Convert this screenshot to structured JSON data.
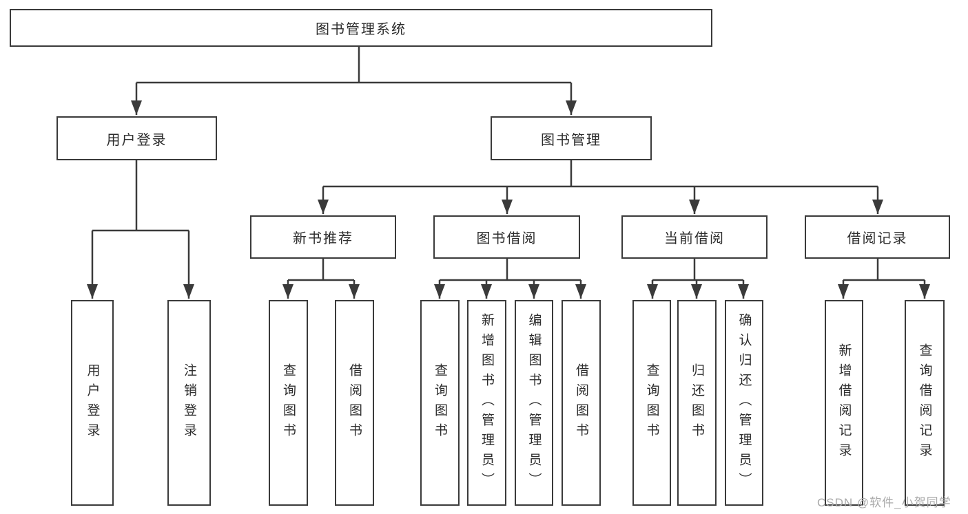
{
  "diagram": {
    "type": "hierarchy-tree",
    "title": "图书管理系统",
    "background": "#ffffff",
    "line_color": "#3a3a3a",
    "box_border_color": "#3a3a3a",
    "text_color": "#2d2d2d",
    "nodes": {
      "root": "图书管理系统",
      "user_login_branch": "用户登录",
      "book_management": "图书管理",
      "new_book_recommend": "新书推荐",
      "book_borrowing": "图书借阅",
      "current_borrowing": "当前借阅",
      "borrowing_records": "借阅记录",
      "leaf_user_login": "用户登录",
      "leaf_logout": "注销登录",
      "leaf_nbr_query_books": "查询图书",
      "leaf_nbr_borrow_books": "借阅图书",
      "leaf_bb_query_books": "查询图书",
      "leaf_bb_add_books": "新增图书（管理员）",
      "leaf_bb_edit_books": "编辑图书（管理员）",
      "leaf_bb_borrow_books": "借阅图书",
      "leaf_cb_query_books": "查询图书",
      "leaf_cb_return_books": "归还图书",
      "leaf_cb_confirm_return": "确认归还（管理员）",
      "leaf_br_add_record": "新增借阅记录",
      "leaf_br_query_record": "查询借阅记录"
    },
    "hierarchy": {
      "图书管理系统": [
        "用户登录",
        "图书管理"
      ],
      "用户登录": [
        "用户登录",
        "注销登录"
      ],
      "图书管理": [
        "新书推荐",
        "图书借阅",
        "当前借阅",
        "借阅记录"
      ],
      "新书推荐": [
        "查询图书",
        "借阅图书"
      ],
      "图书借阅": [
        "查询图书",
        "新增图书（管理员）",
        "编辑图书（管理员）",
        "借阅图书"
      ],
      "当前借阅": [
        "查询图书",
        "归还图书",
        "确认归还（管理员）"
      ],
      "借阅记录": [
        "新增借阅记录",
        "查询借阅记录"
      ]
    },
    "watermark": {
      "text": "CSDN @软件_小贺同学",
      "color": "#a9a9a9"
    }
  }
}
